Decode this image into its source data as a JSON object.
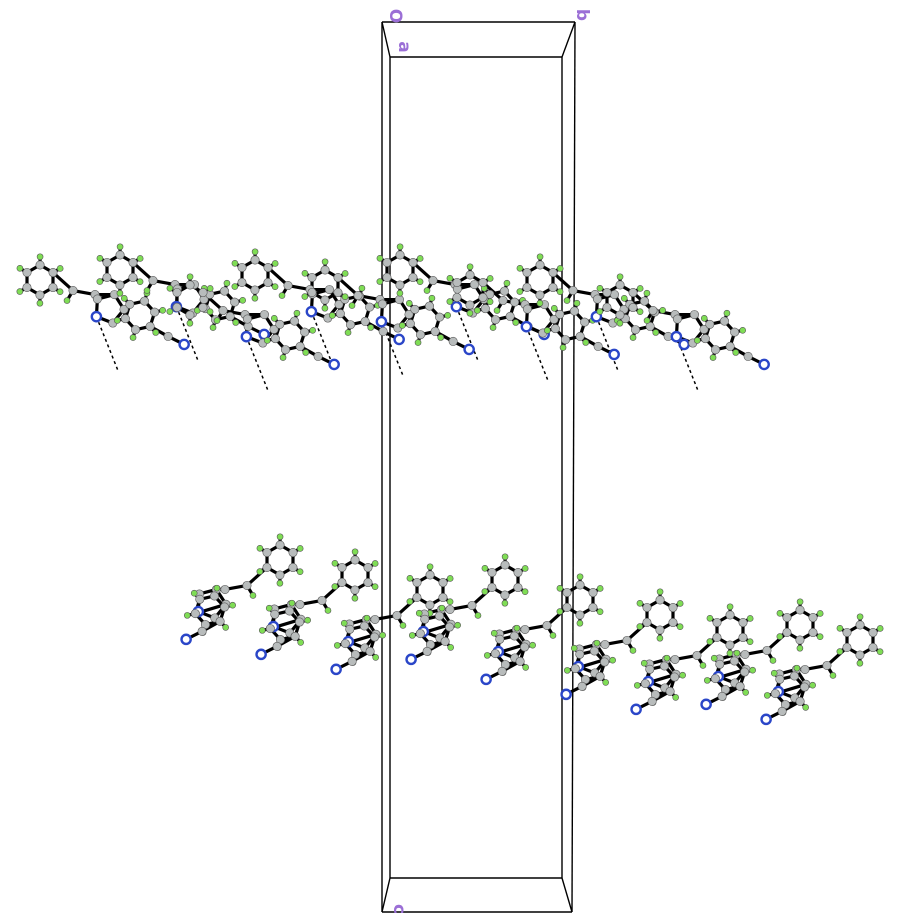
{
  "axis_labels": {
    "origin": "O",
    "a": "a",
    "b": "b",
    "c": "c"
  },
  "colors": {
    "axis_label": "#9b6fd6",
    "carbon": "#b8bcbc",
    "hydrogen": "#7fdd55",
    "nitrogen": "#2a46c8",
    "bond": "#000000",
    "cell_edge": "#000000"
  },
  "atom_types": [
    "carbon",
    "hydrogen",
    "nitrogen"
  ]
}
